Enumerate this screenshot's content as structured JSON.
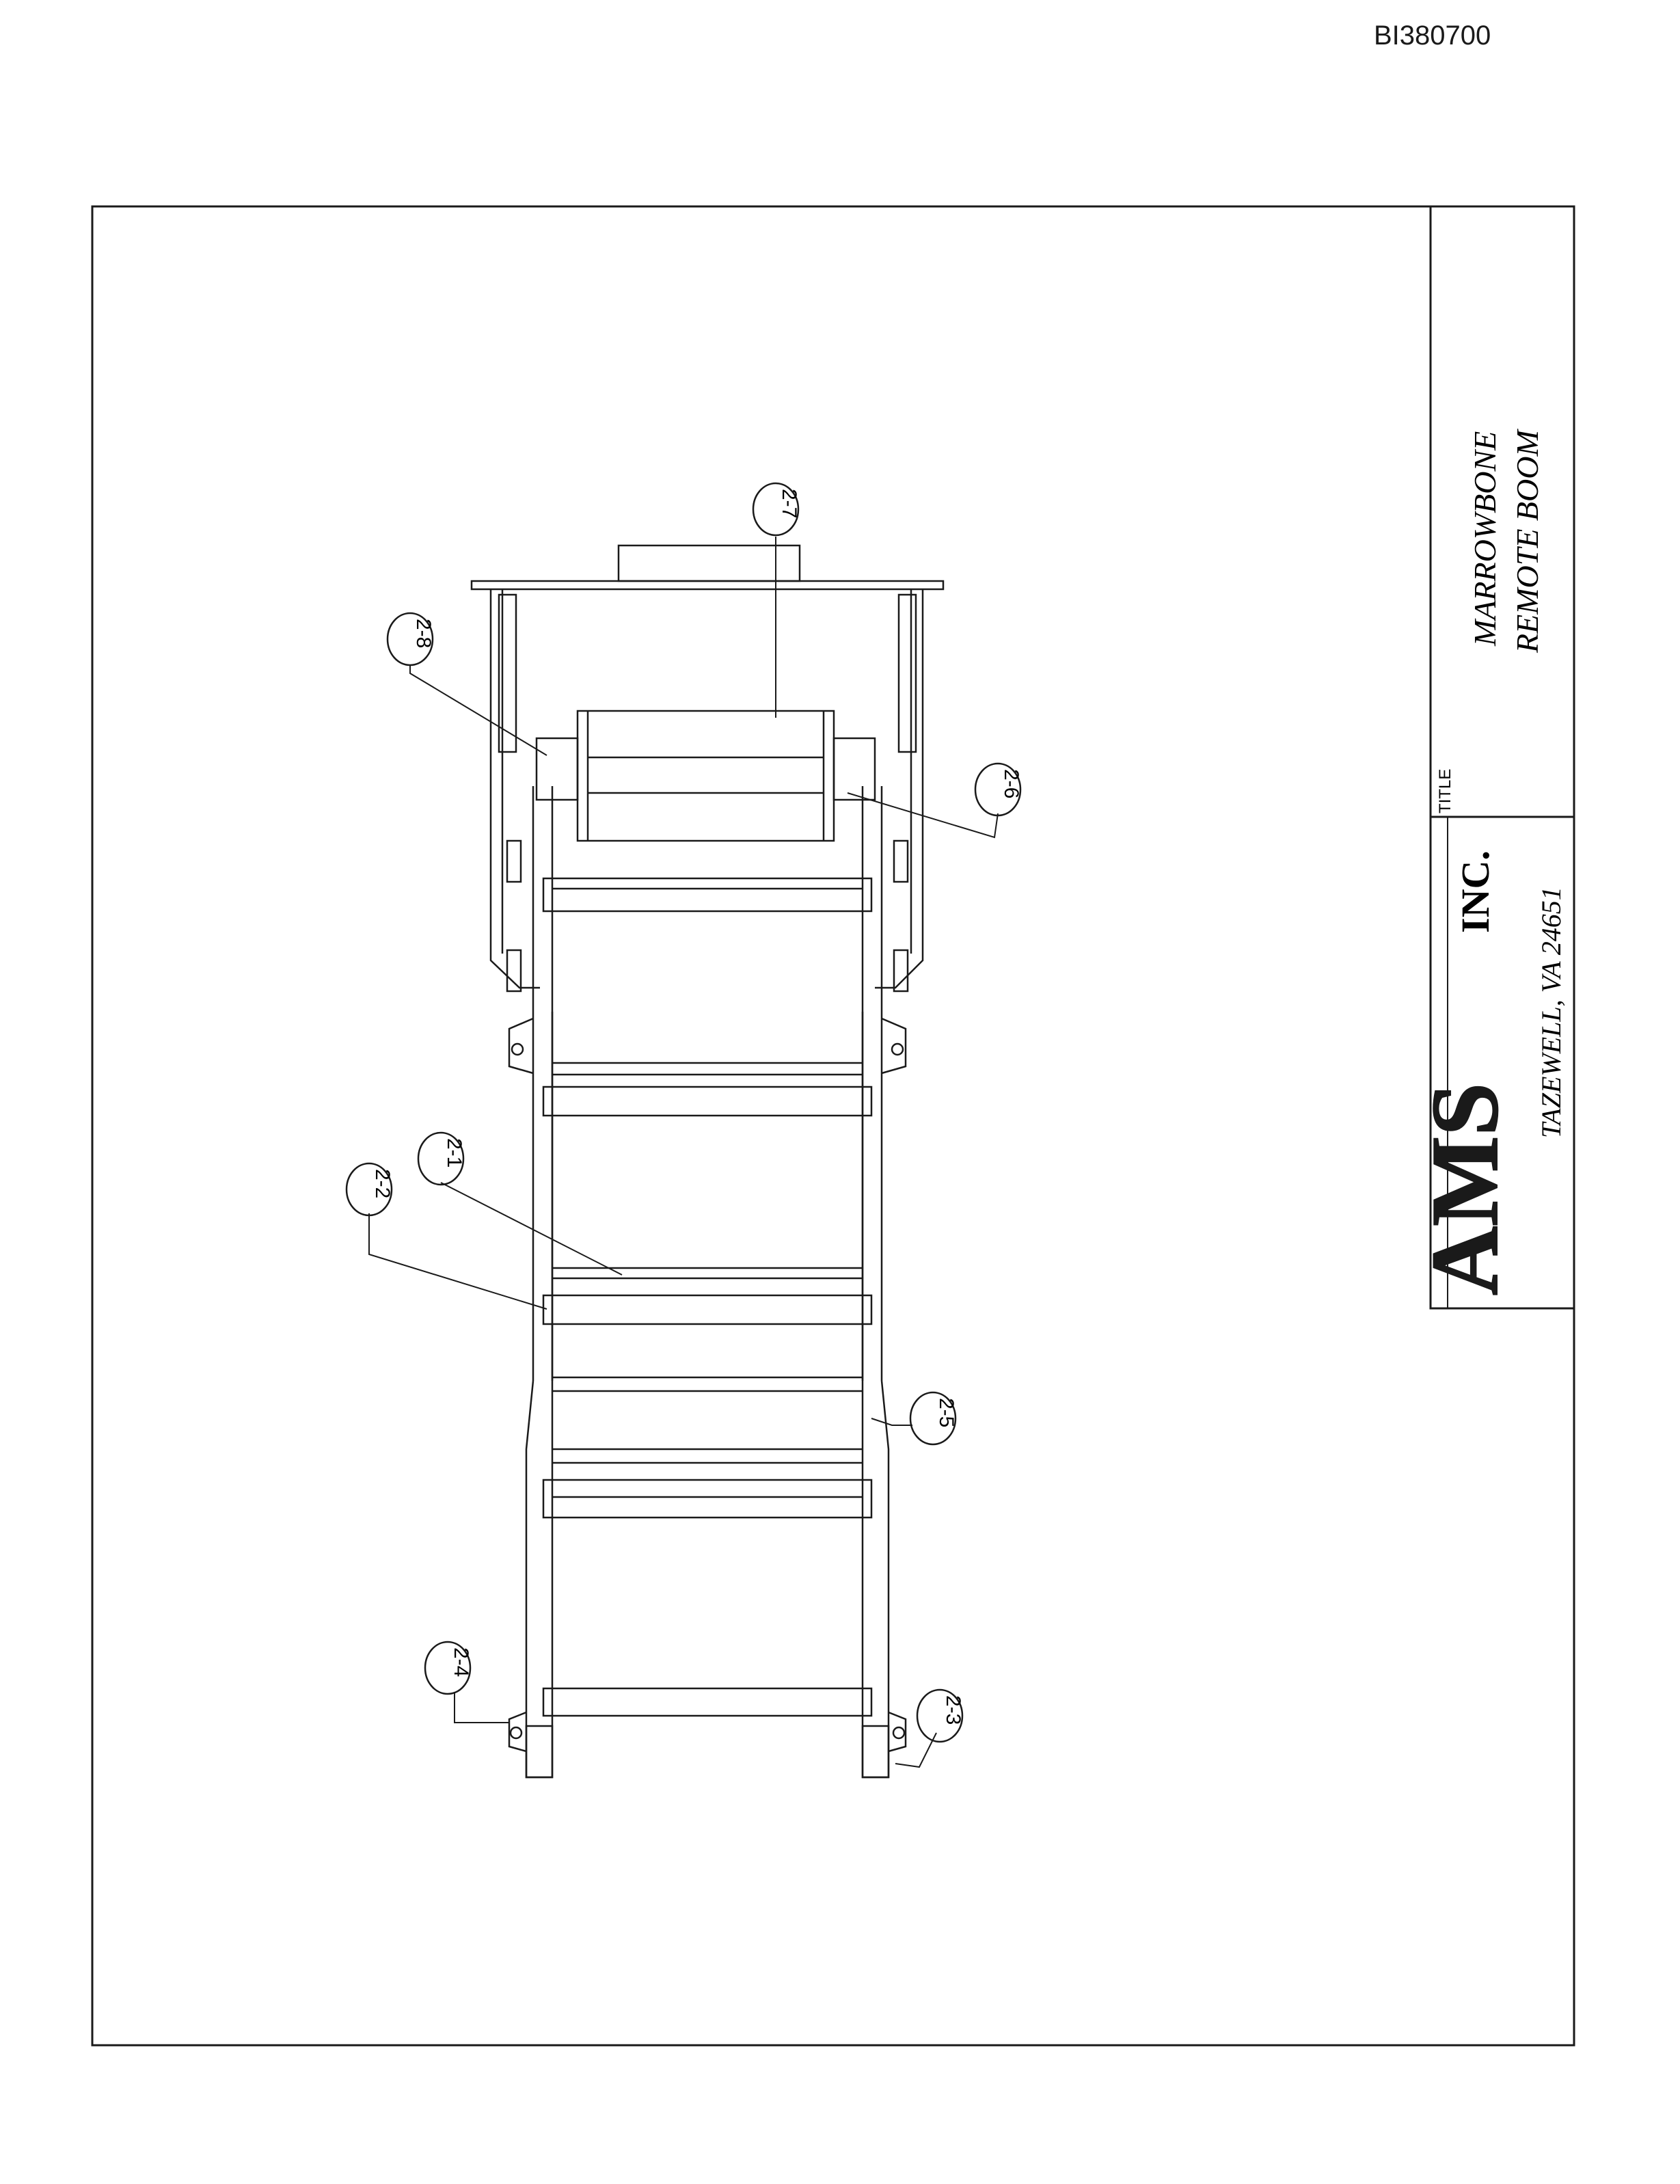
{
  "document_id": "BI380700",
  "title_block": {
    "title_label": "TITLE",
    "title_line1": "MARROWBONE",
    "title_line2": "REMOTE BOOM",
    "company_logo": "AMS",
    "company_suffix": "INC.",
    "company_address": "TAZEWELL, VA 24651"
  },
  "callouts": [
    "2-1",
    "2-2",
    "2-3",
    "2-4",
    "2-5",
    "2-6",
    "2-7",
    "2-8"
  ],
  "colors": {
    "ink": "#1a1a1a",
    "paper": "#ffffff"
  }
}
